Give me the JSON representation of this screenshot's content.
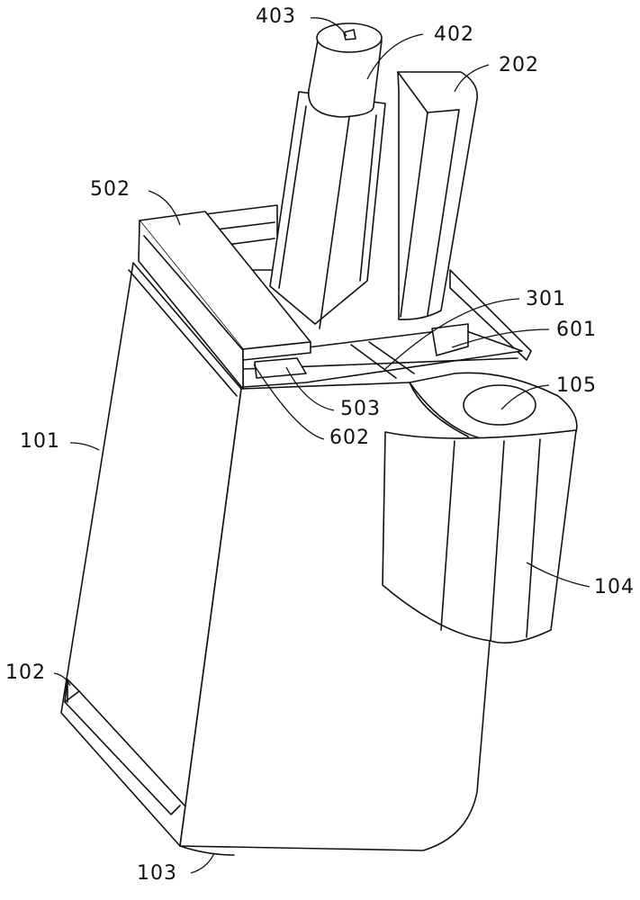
{
  "figure": {
    "labels": {
      "l403": "403",
      "l402": "402",
      "l202": "202",
      "l502": "502",
      "l301": "301",
      "l601": "601",
      "l105": "105",
      "l503": "503",
      "l602": "602",
      "l101": "101",
      "l104": "104",
      "l102": "102",
      "l103": "103"
    }
  }
}
